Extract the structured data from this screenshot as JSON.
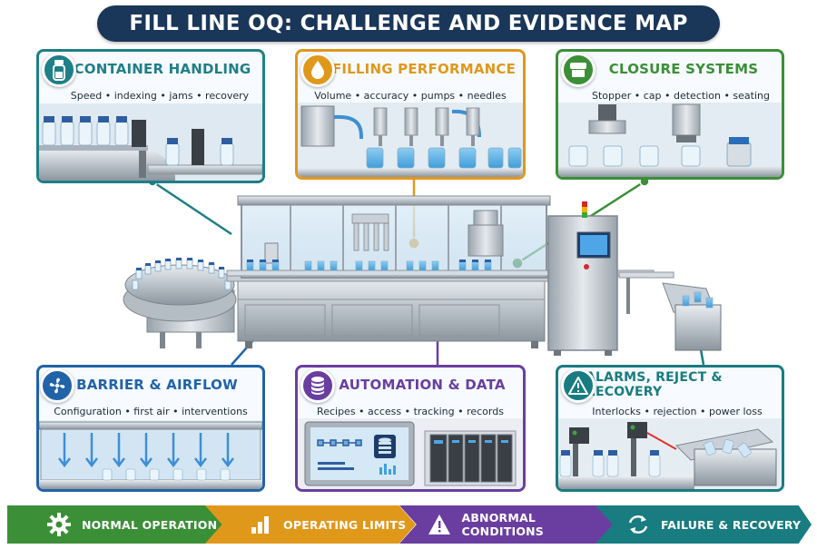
{
  "title": "FILL LINE OQ: CHALLENGE AND EVIDENCE MAP",
  "panels": {
    "container": {
      "title": "CONTAINER HANDLING",
      "subtitle": "Speed • indexing • jams • recovery",
      "color": "#1f7f86",
      "icon": "vial-icon"
    },
    "filling": {
      "title": "FILLING PERFORMANCE",
      "subtitle": "Volume • accuracy • pumps • needles",
      "color": "#e0981b",
      "icon": "droplet-icon"
    },
    "closure": {
      "title": "CLOSURE SYSTEMS",
      "subtitle": "Stopper • cap • detection • seating",
      "color": "#3b8f37",
      "icon": "cap-icon"
    },
    "barrier": {
      "title": "BARRIER & AIRFLOW",
      "subtitle": "Configuration • first air • interventions",
      "color": "#2163a8",
      "icon": "fan-icon"
    },
    "automation": {
      "title": "AUTOMATION & DATA",
      "subtitle": "Recipes • access • tracking • records",
      "color": "#6a3ea0",
      "icon": "database-icon"
    },
    "alarms": {
      "title": "ALARMS, REJECT & RECOVERY",
      "subtitle": "Interlocks • rejection • power loss",
      "color": "#187c80",
      "icon": "warning-icon"
    }
  },
  "footer": [
    {
      "label": "NORMAL OPERATION",
      "color": "#3b8f37",
      "icon": "gear-icon"
    },
    {
      "label": "OPERATING LIMITS",
      "color": "#e0981b",
      "icon": "bar-chart-icon"
    },
    {
      "label": "ABNORMAL CONDITIONS",
      "color": "#6a3ea0",
      "icon": "warning-icon"
    },
    {
      "label": "FAILURE & RECOVERY",
      "color": "#187c80",
      "icon": "refresh-icon"
    }
  ]
}
